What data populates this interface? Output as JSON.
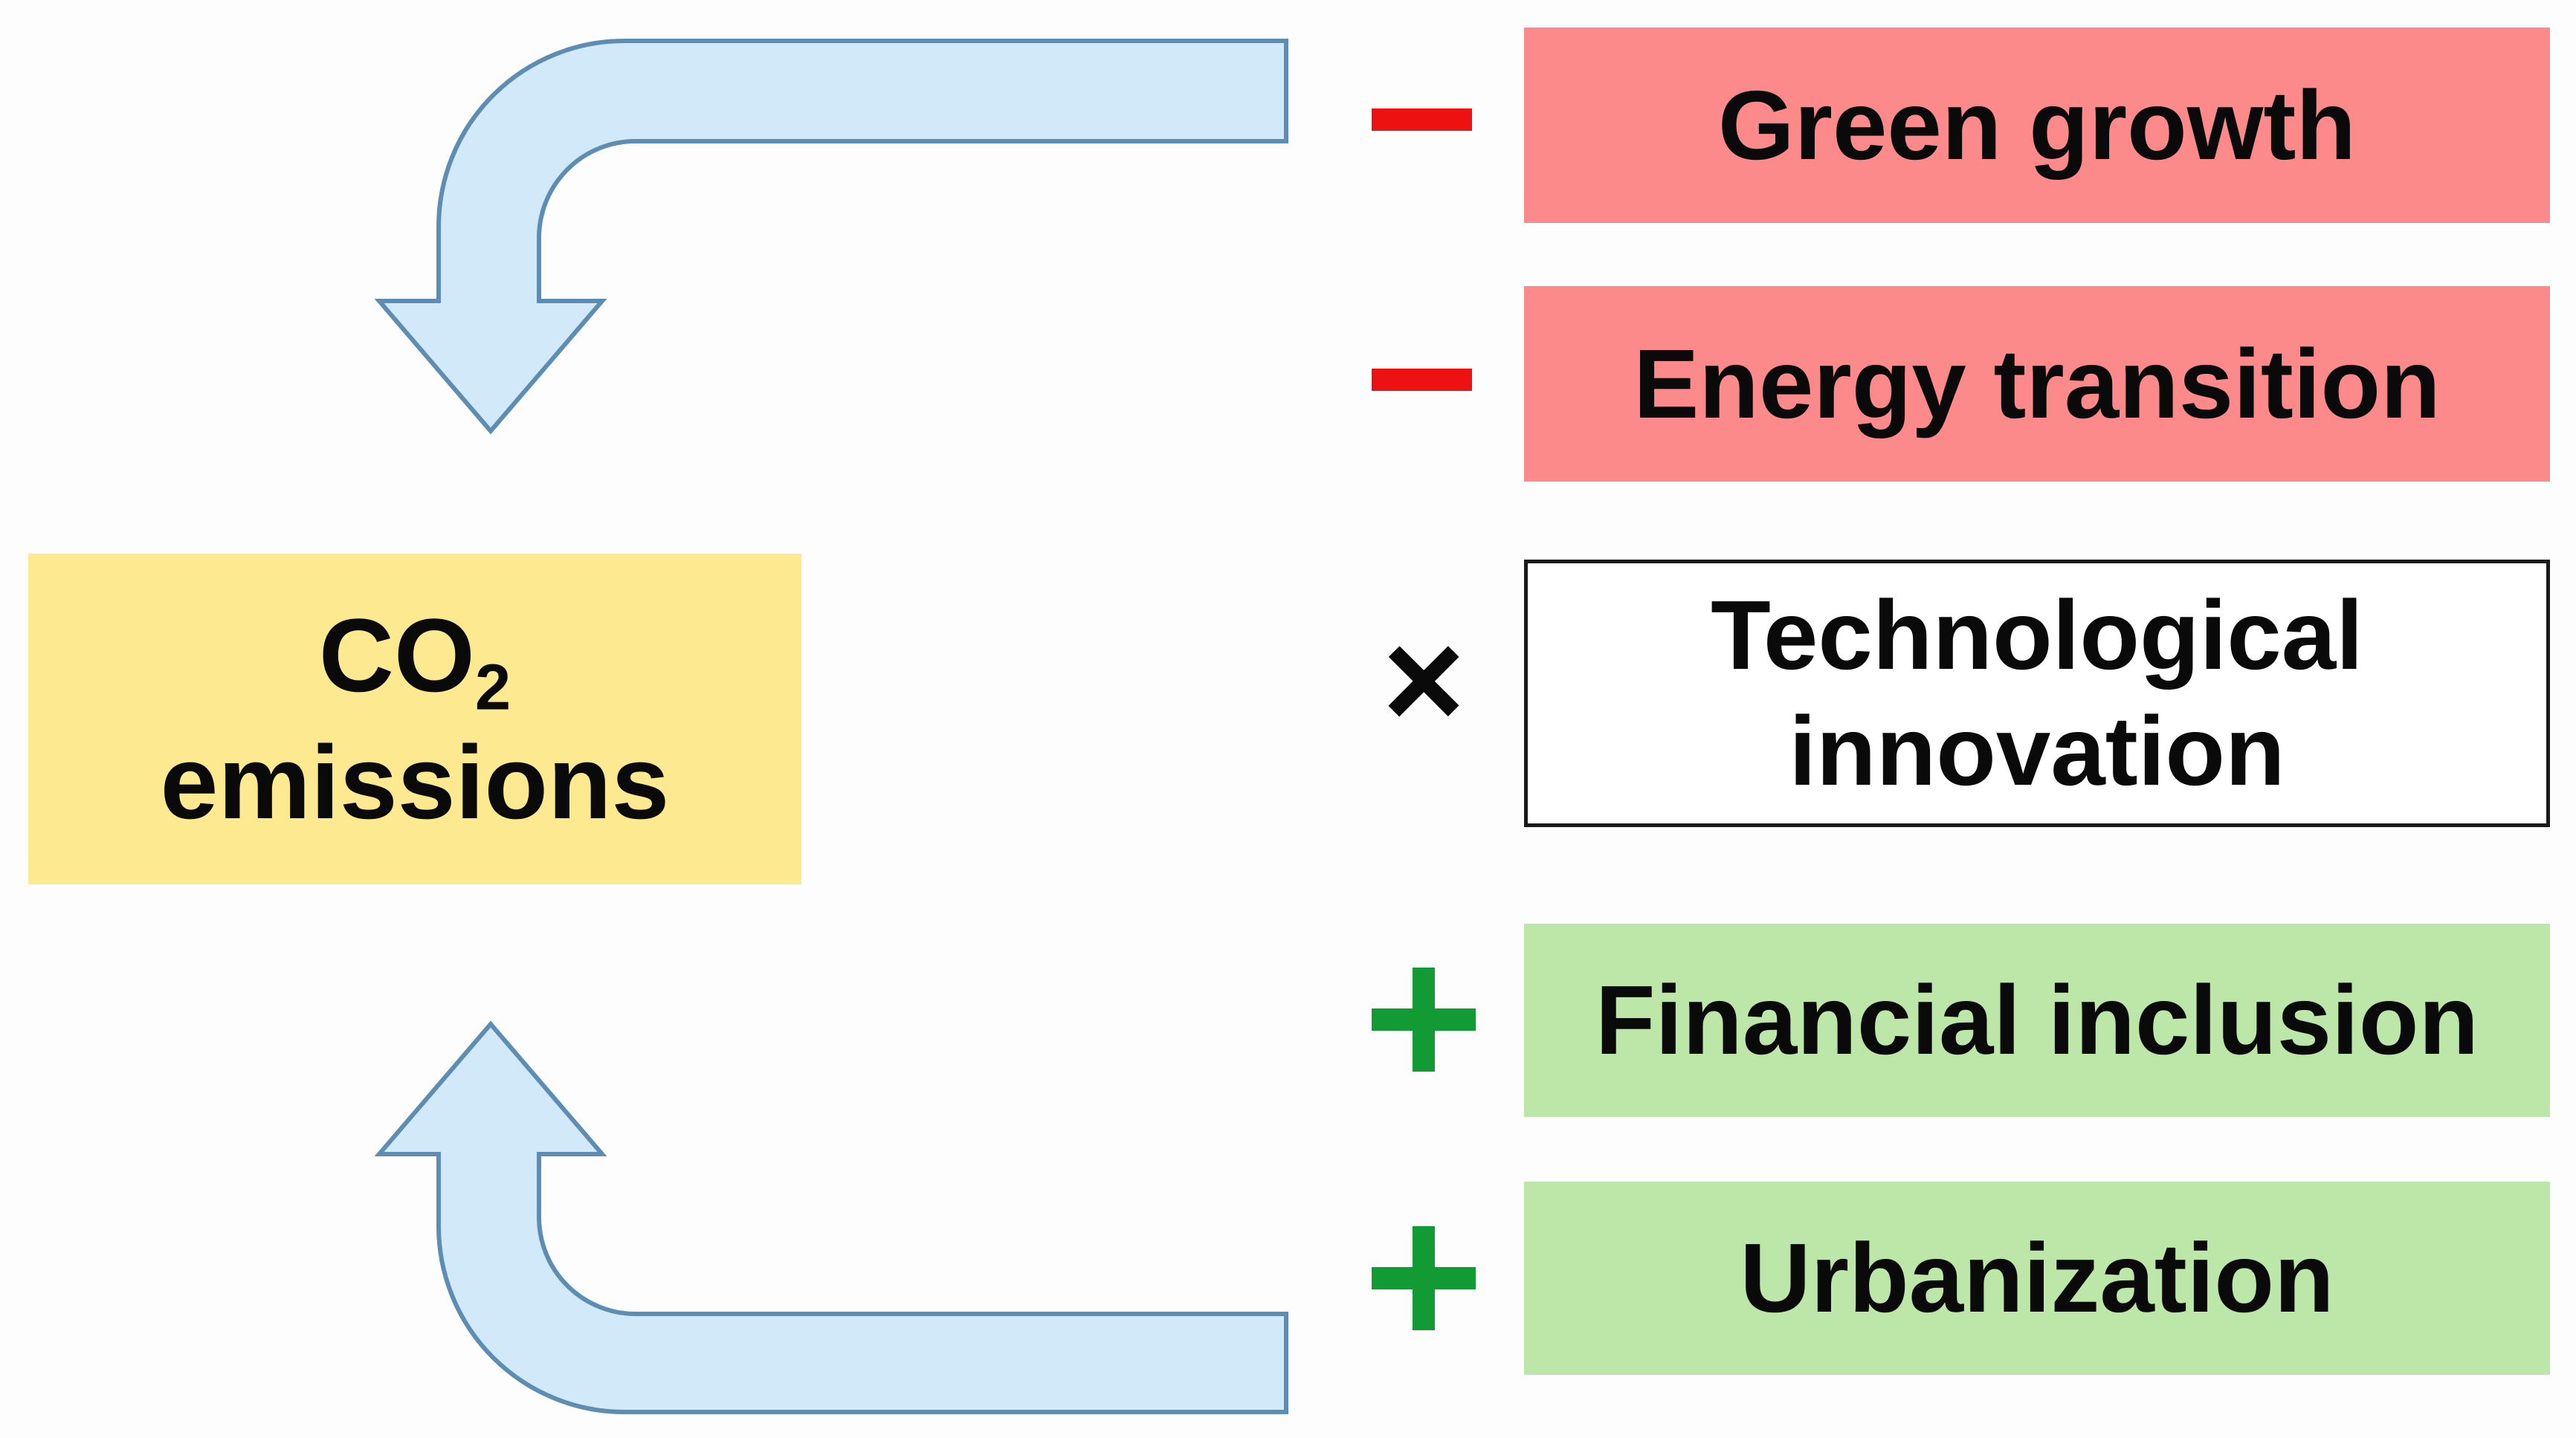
{
  "target": {
    "text": "CO",
    "subscript": "2",
    "line2": "emissions",
    "fill": "#fde990"
  },
  "factors": [
    {
      "label": "Green growth",
      "sign": "minus",
      "fill": "#fd8a8a"
    },
    {
      "label": "Energy transition",
      "sign": "minus",
      "fill": "#fd8a8a"
    },
    {
      "label": "Technological innovation",
      "sign": "times",
      "fill": "#ffffff"
    },
    {
      "label": "Financial inclusion",
      "sign": "plus",
      "fill": "#bce7a9"
    },
    {
      "label": "Urbanization",
      "sign": "plus",
      "fill": "#bce7a9"
    }
  ],
  "colors": {
    "minus": "#ee1111",
    "plus": "#129a35",
    "times": "#0a0a0a",
    "arrow_fill": "#d1e9f8",
    "arrow_stroke": "#5d8db3"
  }
}
